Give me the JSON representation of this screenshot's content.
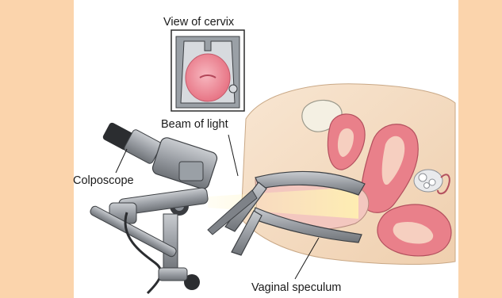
{
  "colors": {
    "side_band": "#fbd4ac",
    "panel": "#ffffff",
    "tissue_pink": "#e9808a",
    "tissue_light": "#f6cfc0",
    "skin": "#f5dcc0",
    "instrument_gray": "#8a8f96",
    "instrument_dark": "#2b2d30",
    "cervix_pink": "#ef8a98"
  },
  "labels": {
    "view_of_cervix": "View of cervix",
    "beam_of_light": "Beam of light",
    "colposcope": "Colposcope",
    "vaginal_speculum": "Vaginal speculum"
  },
  "icons": [
    "colposcope-illustration",
    "speculum-illustration",
    "anatomy-illustration",
    "cervix-view-inset"
  ]
}
